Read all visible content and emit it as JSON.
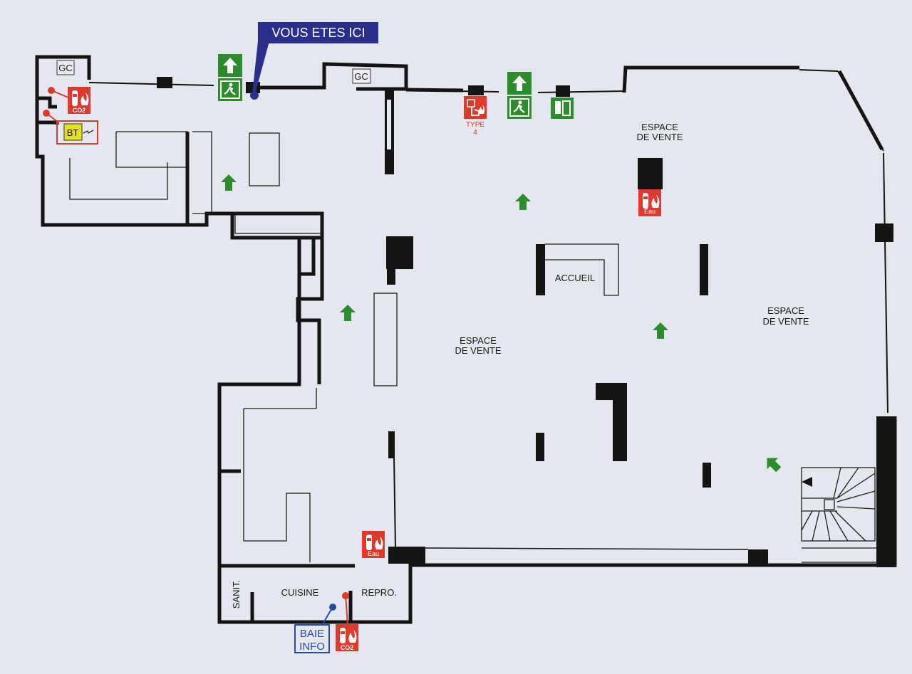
{
  "you_are_here": "VOUS ETES ICI",
  "rooms": {
    "gc1": "GC",
    "gc2": "GC",
    "bt": "BT",
    "espace_vente_1": [
      "ESPACE",
      "DE VENTE"
    ],
    "espace_vente_2": [
      "ESPACE",
      "DE VENTE"
    ],
    "espace_vente_3": [
      "ESPACE",
      "DE VENTE"
    ],
    "accueil": "ACCUEIL",
    "sanit": "SANIT.",
    "cuisine": "CUISINE",
    "repro": "REPRO.",
    "baie_info": [
      "BAIE",
      "INFO"
    ]
  },
  "extinguishers": [
    {
      "type": "CO2"
    },
    {
      "type": "Eau"
    },
    {
      "type": "Eau"
    },
    {
      "type": "CO2"
    }
  ],
  "alarm": {
    "label": [
      "TYPE",
      "4"
    ]
  },
  "colors": {
    "background": "#e4e7ee",
    "wall": "#141414",
    "exit_green": "#2e8b2e",
    "fire_red": "#e0382b",
    "here_blue": "#2a2f8c",
    "bt_yellow": "#e6e21a"
  },
  "icons": [
    "exit-arrow-icon",
    "running-man-icon",
    "fire-extinguisher-icon",
    "alarm-button-icon",
    "direction-arrow-icon",
    "staircase-icon"
  ]
}
